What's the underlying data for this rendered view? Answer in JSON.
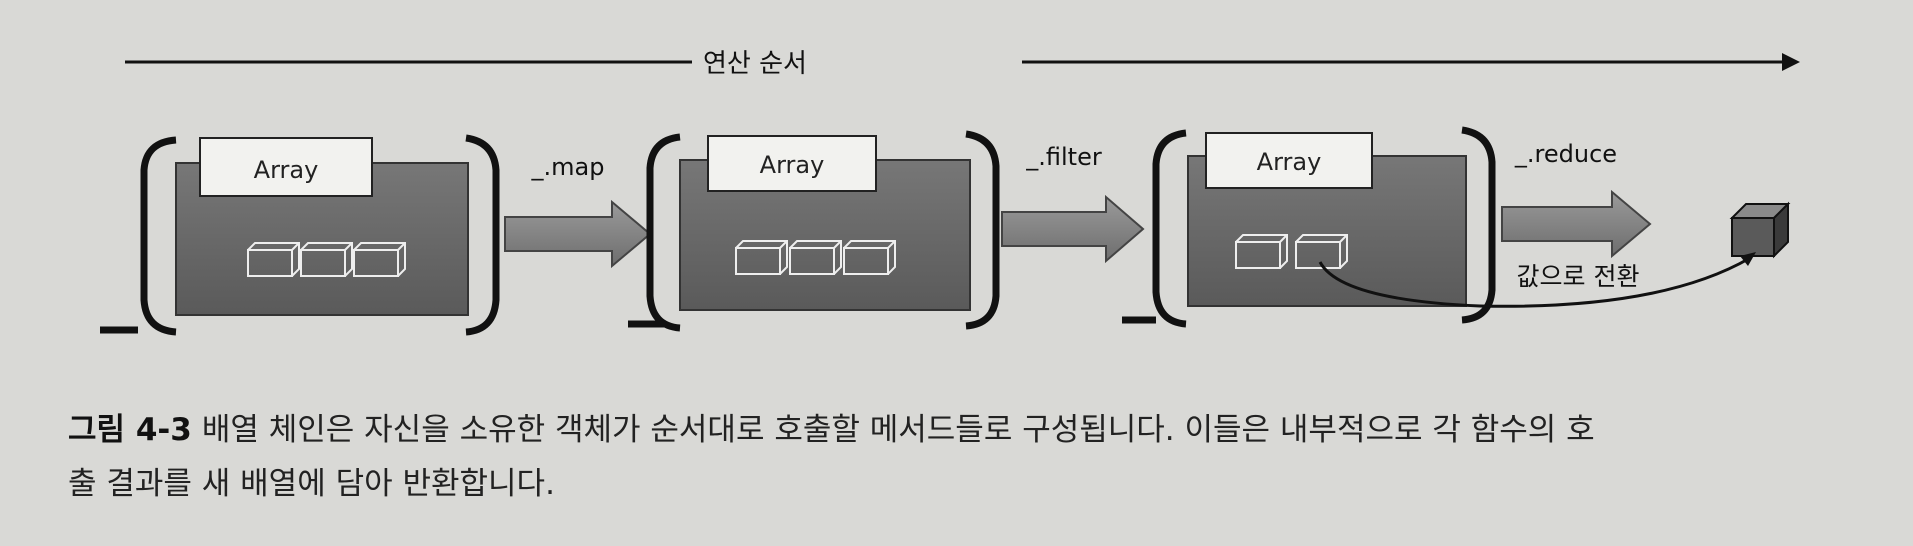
{
  "diagram": {
    "order_label": "연산 순서",
    "array_label": "Array",
    "methods": [
      "_.map",
      "_.filter",
      "_.reduce"
    ],
    "convert_label": "값으로 전환"
  },
  "caption": {
    "figure_number": "그림 4-3",
    "line1": "배열 체인은 자신을 소유한 객체가 순서대로 호출할 메서드들로 구성됩니다. 이들은 내부적으로 각 함수의 호",
    "line2": "출 결과를 새 배열에 담아 반환합니다."
  },
  "colors": {
    "background": "#d9d9d6",
    "array_box": "#6b6b6b",
    "label_box": "#f2f2ef",
    "ink": "#111111"
  }
}
